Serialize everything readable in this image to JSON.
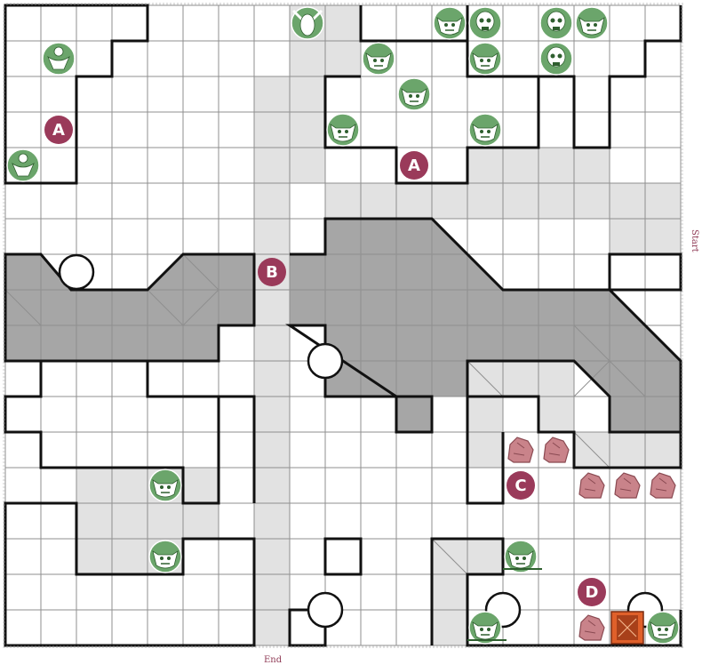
{
  "labels": {
    "start": "Start",
    "end": "End"
  },
  "grid": {
    "cols": 19,
    "rows": 18,
    "cell": 40,
    "origin": [
      6,
      6
    ]
  },
  "colors": {
    "grid_line": "#8f8f8f",
    "wall": "#111111",
    "dark_floor": "#a6a6a6",
    "light_floor": "#e2e2e2",
    "marker": "#9a3a5a",
    "monster_token": "#6ba56b",
    "rock_token": "#c9838a",
    "trap": "#e0602a"
  },
  "markers": [
    {
      "label": "A",
      "col": 1,
      "row": 3
    },
    {
      "label": "A",
      "col": 11,
      "row": 4
    },
    {
      "label": "B",
      "col": 7,
      "row": 7
    },
    {
      "label": "C",
      "col": 14,
      "row": 13
    },
    {
      "label": "D",
      "col": 16,
      "row": 16
    }
  ],
  "monsters": [
    {
      "kind": "crested-warrior",
      "col": 1,
      "row": 1
    },
    {
      "kind": "crested-warrior",
      "col": 0,
      "row": 4
    },
    {
      "kind": "horned-chaos-warlord",
      "col": 8,
      "row": 0
    },
    {
      "kind": "orc",
      "col": 12,
      "row": 0
    },
    {
      "kind": "skull",
      "col": 13,
      "row": 0
    },
    {
      "kind": "skull",
      "col": 15,
      "row": 0
    },
    {
      "kind": "fimir",
      "col": 16,
      "row": 0
    },
    {
      "kind": "goblin",
      "col": 10,
      "row": 1
    },
    {
      "kind": "dwarf-face",
      "col": 13,
      "row": 1
    },
    {
      "kind": "mummy",
      "col": 15,
      "row": 1
    },
    {
      "kind": "orc",
      "col": 11,
      "row": 2
    },
    {
      "kind": "goblin",
      "col": 9,
      "row": 3
    },
    {
      "kind": "orc",
      "col": 13,
      "row": 3
    },
    {
      "kind": "chaos-orc",
      "col": 4,
      "row": 13
    },
    {
      "kind": "chaos-orc",
      "col": 4,
      "row": 15
    },
    {
      "kind": "goblin-archer",
      "col": 14,
      "row": 15
    },
    {
      "kind": "goblin-archer",
      "col": 13,
      "row": 17
    },
    {
      "kind": "zombie",
      "col": 18,
      "row": 17
    }
  ],
  "rocks": [
    {
      "col": 14,
      "row": 12
    },
    {
      "col": 15,
      "row": 12
    },
    {
      "col": 16,
      "row": 13
    },
    {
      "col": 17,
      "row": 13
    },
    {
      "col": 18,
      "row": 13
    },
    {
      "col": 16,
      "row": 17
    }
  ],
  "traps": [
    {
      "kind": "falling-block-trap",
      "col": 17,
      "row": 17
    }
  ],
  "pits": [
    {
      "col": 1.5,
      "row": 7
    },
    {
      "col": 8.5,
      "row": 9.5
    },
    {
      "col": 8.5,
      "row": 16.5
    },
    {
      "col": 13.5,
      "row": 16.5
    },
    {
      "col": 17.5,
      "row": 16.5
    }
  ]
}
